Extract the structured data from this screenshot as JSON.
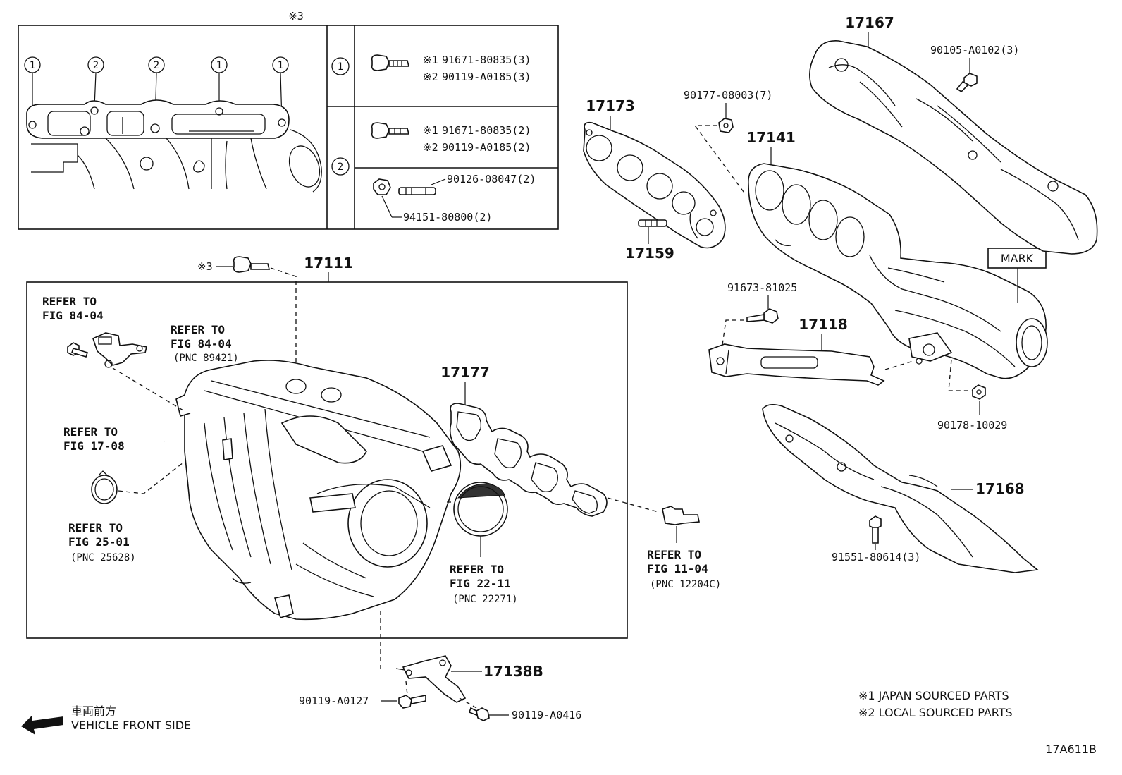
{
  "detail_box": {
    "ref_mark": "※3",
    "circle_labels": [
      "1",
      "2",
      "2",
      "1",
      "1"
    ],
    "group_1": {
      "marker": "1",
      "line1_mark": "※1",
      "line1": "91671-80835(3)",
      "line2_mark": "※2",
      "line2": "90119-A0185(3)"
    },
    "group_2": {
      "marker": "2",
      "line1_mark": "※1",
      "line1": "91671-80835(2)",
      "line2_mark": "※2",
      "line2": "90119-A0185(2)",
      "stud": "90126-08047(2)",
      "nut": "94151-80800(2)"
    }
  },
  "parts": {
    "p17167": "17167",
    "p90105": "90105-A0102(3)",
    "p17173": "17173",
    "p90177_08003": "90177-08003(7)",
    "p17141": "17141",
    "p17159": "17159",
    "mark": "MARK",
    "p91673": "91673-81025",
    "p17118": "17118",
    "p90178": "90178-10029",
    "p17168": "17168",
    "p91551": "91551-80614(3)",
    "p17111": "17111",
    "s3_mark": "※3",
    "p17177": "17177",
    "p17138b": "17138B",
    "p90119_a0127": "90119-A0127",
    "p90119_a0416": "90119-A0416"
  },
  "refs": {
    "r1": [
      "REFER TO",
      "FIG 84-04"
    ],
    "r2": [
      "REFER TO",
      "FIG 84-04",
      "(PNC 89421)"
    ],
    "r3": [
      "REFER TO",
      "FIG 17-08"
    ],
    "r4": [
      "REFER TO",
      "FIG 25-01",
      "(PNC 25628)"
    ],
    "r5": [
      "REFER TO",
      "FIG 22-11",
      "(PNC 22271)"
    ],
    "r6": [
      "REFER TO",
      "FIG 11-04",
      "(PNC 12204C)"
    ]
  },
  "front": {
    "jp": "車両前方",
    "en": "VEHICLE FRONT SIDE"
  },
  "notes": {
    "n1": "※1 JAPAN SOURCED PARTS",
    "n2": "※2 LOCAL SOURCED PARTS"
  },
  "figure_id": "17A611B"
}
